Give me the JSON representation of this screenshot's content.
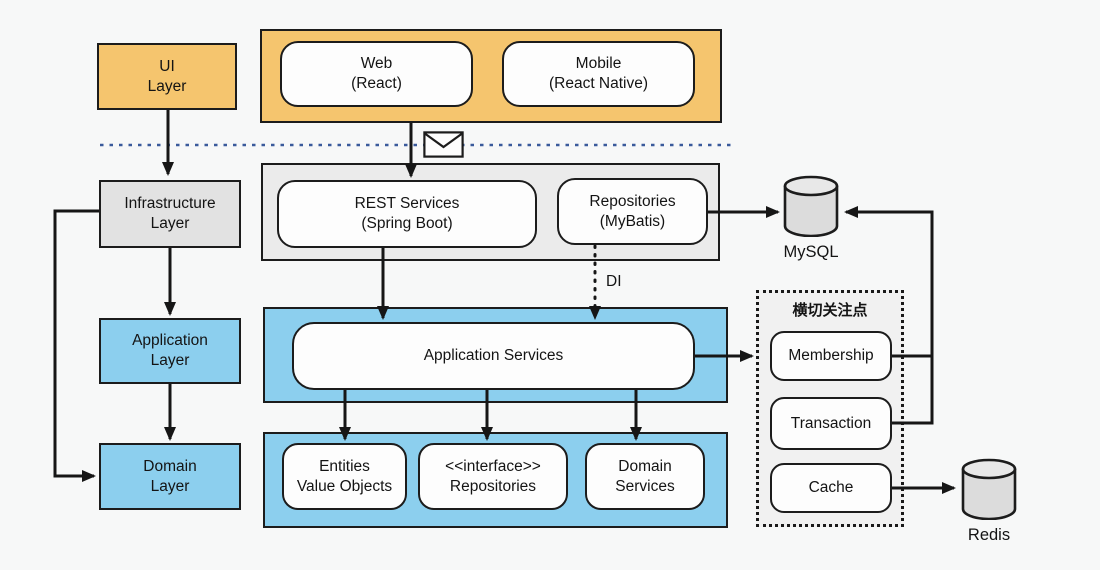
{
  "colors": {
    "orange": "#F5C56E",
    "blue": "#8CCFEE",
    "gray_container": "#EBEBEB",
    "gray_box": "#E2E2E2",
    "separator_blue": "#3A5A9B",
    "line": "#161616"
  },
  "layers": {
    "ui": "UI\nLayer",
    "infrastructure": "Infrastructure\nLayer",
    "application": "Application\nLayer",
    "domain": "Domain\nLayer"
  },
  "ui_tier": {
    "web": "Web\n(React)",
    "mobile": "Mobile\n(React Native)"
  },
  "infrastructure_tier": {
    "rest_services": "REST Services\n(Spring Boot)",
    "repositories": "Repositories\n(MyBatis)"
  },
  "application_tier": {
    "application_services": "Application Services"
  },
  "domain_tier": {
    "entities": "Entities\nValue Objects",
    "interface_repositories": "<<interface>>\nRepositories",
    "domain_services": "Domain\nServices"
  },
  "cross_cutting": {
    "title": "横切关注点",
    "items": [
      "Membership",
      "Transaction",
      "Cache"
    ]
  },
  "databases": {
    "mysql": "MySQL",
    "redis": "Redis"
  },
  "annotations": {
    "di": "DI"
  }
}
